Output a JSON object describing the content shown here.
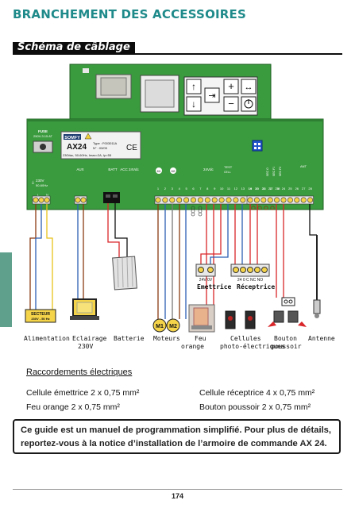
{
  "header": {
    "title": "BRANCHEMENT DES ACCESSOIRES"
  },
  "section": {
    "title": "Schéma de câblage"
  },
  "board": {
    "brand": "SOMFY",
    "model": "AX24",
    "type_line1": "Type : F003011A",
    "type_line2": "N° : 03/05",
    "specs": "230Vac, 50-60Hz, Imax=2A, Ip=55",
    "fuse_label": "FUSE",
    "fuse_rating": "250V-3.15 AT",
    "power_label": "230V",
    "power_freq": "50-60Hz",
    "aux_label": "AUX",
    "batt_label": "BATT",
    "acc_label": "ACC 24Vdc",
    "m1": "M1",
    "m2": "M2",
    "v24_label": "24Vdc",
    "test_label": "TEST",
    "cell_label": "CELL",
    "ant_label": "ANT",
    "secu_labels": [
      "SEC O",
      "SEC F1",
      "SEC F2"
    ],
    "ln_labels": [
      "L",
      "N"
    ],
    "terminal_numbers": [
      "1",
      "2",
      "3",
      "4",
      "5",
      "6",
      "7",
      "8",
      "9",
      "10",
      "11",
      "12",
      "13",
      "14",
      "15",
      "16",
      "17",
      "18",
      "19",
      "20",
      "21",
      "22",
      "23",
      "24",
      "25",
      "26",
      "27",
      "28"
    ],
    "ce_mark": "CE",
    "emitter_terminals": "24V 0V",
    "receiver_terminals": "24 0 C NC NO"
  },
  "components": {
    "secteur": "SECTEUR",
    "secteur_sub": "230V - 50 Hz",
    "m1": "M1",
    "m2": "M2"
  },
  "labels": {
    "emettrice": "Emettrice",
    "receptrice": "Réceptrice",
    "alimentation": "Alimentation",
    "eclairage": "Eclairage",
    "eclairage_sub": "230V",
    "batterie": "Batterie",
    "moteurs": "Moteurs",
    "feu": "Feu",
    "feu_sub": "orange",
    "cellules": "Cellules",
    "cellules_sub": "photo-électriques",
    "bouton": "Bouton",
    "bouton_sub": "poussoir",
    "antenne": "Antenne"
  },
  "raccordements": {
    "title": "Raccordements électriques",
    "cellule_emettrice": "Cellule émettrice 2 x 0,75 mm²",
    "feu_orange": "Feu orange  2 x 0,75 mm²",
    "cellule_receptrice": "Cellule réceptrice 4 x 0,75 mm²",
    "bouton_poussoir": "Bouton poussoir 2 x 0,75 mm²"
  },
  "note": "Ce guide est un manuel de programmation simplifié. Pour plus de détails, reportez-vous à la notice d’installation de l’armoire de commande AX 24.",
  "page_number": "174",
  "colors": {
    "board_green": "#3a9a3e",
    "board_dark": "#2f7f33",
    "heading_teal": "#1f8a8a",
    "wire_blue": "#2b5fb4",
    "wire_brown": "#8a3a12",
    "wire_red": "#d9262a",
    "wire_yellow": "#e8c21b",
    "wire_grey": "#7a7a7a",
    "terminal_yellow": "#f5d44a"
  }
}
